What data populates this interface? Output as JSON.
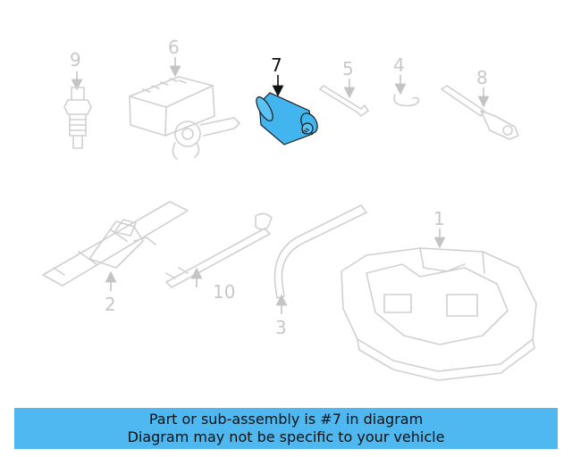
{
  "diagram": {
    "callouts": {
      "c1": "1",
      "c2": "2",
      "c3": "3",
      "c4": "4",
      "c5": "5",
      "c6": "6",
      "c7": "7",
      "c8": "8",
      "c9": "9",
      "c10": "10"
    },
    "highlighted_part": "7",
    "colors": {
      "highlight_fill": "#42b4ee",
      "part_stroke": "#d0d0d0",
      "banner_bg": "#4fb8f0"
    }
  },
  "banner": {
    "line1": "Part or sub-assembly is #7 in diagram",
    "line2": "Diagram may not be specific to your vehicle"
  }
}
